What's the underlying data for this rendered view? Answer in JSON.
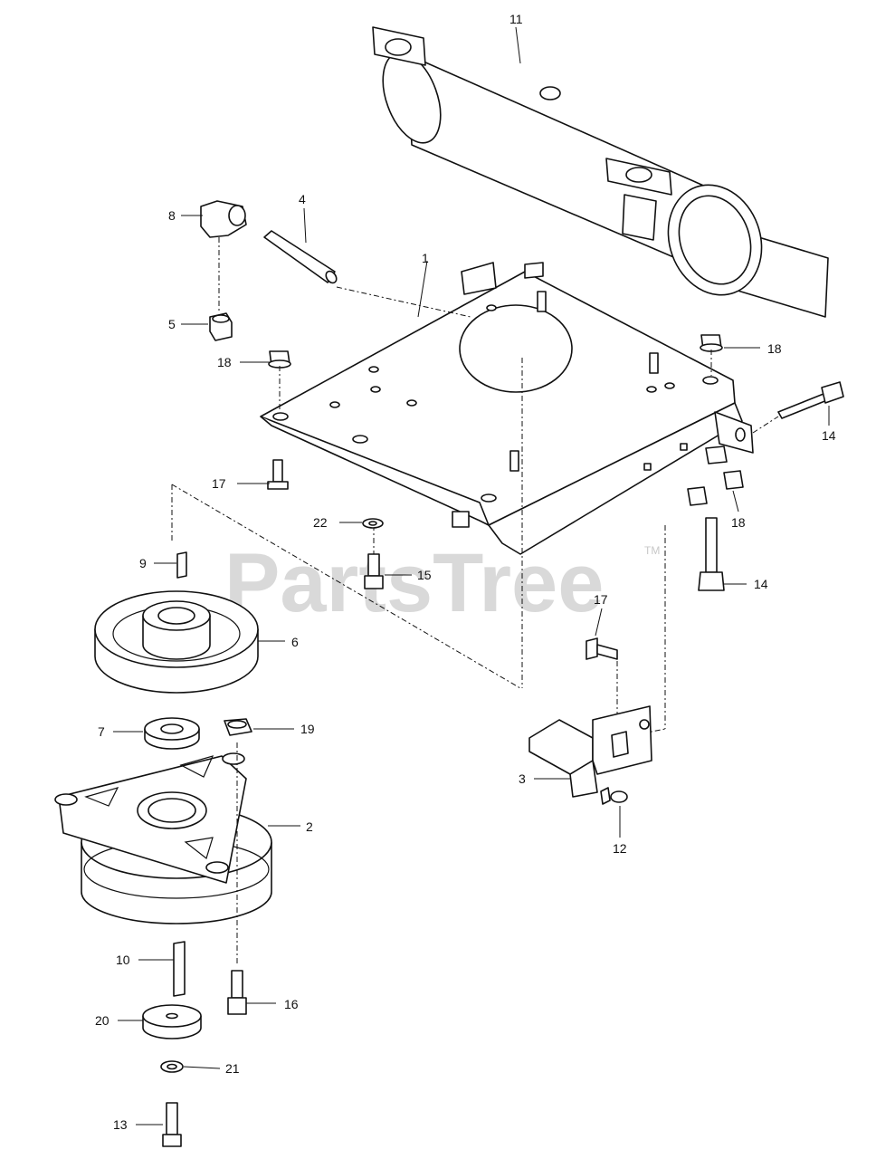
{
  "watermark": {
    "text": "PartsTree",
    "trademark": "TM"
  },
  "callouts": {
    "c1": "1",
    "c2": "2",
    "c3": "3",
    "c4": "4",
    "c5": "5",
    "c6": "6",
    "c7": "7",
    "c8": "8",
    "c9": "9",
    "c10": "10",
    "c11": "11",
    "c12": "12",
    "c13": "13",
    "c14a": "14",
    "c14b": "14",
    "c15": "15",
    "c16": "16",
    "c17a": "17",
    "c17b": "17",
    "c18a": "18",
    "c18b": "18",
    "c18c": "18",
    "c19": "19",
    "c20": "20",
    "c21": "21",
    "c22": "22"
  },
  "colors": {
    "line": "#111111",
    "watermark": "#d9d9d9"
  }
}
